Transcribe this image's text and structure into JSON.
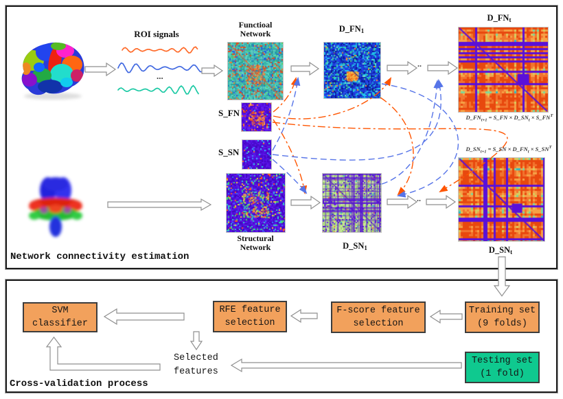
{
  "panels": {
    "top_label": "Network connectivity estimation",
    "bottom_label": "Cross-validation process"
  },
  "top_panel": {
    "roi_signals_label": "ROI signals",
    "roi_dots": "...",
    "functional_network_label": [
      "Functioal",
      "Network"
    ],
    "structural_network_label": [
      "Structural",
      "Network"
    ],
    "s_fn_label": "S_FN",
    "s_sn_label": "S_SN",
    "sequence_dots_top": "..",
    "sequence_dots_bottom": "..",
    "matrix_labels": {
      "d_fn1": {
        "base": "D_FN",
        "sub": "1"
      },
      "d_fnt": {
        "base": "D_FN",
        "sub": "t"
      },
      "d_sn1": {
        "base": "D_SN",
        "sub": "1"
      },
      "d_snt": {
        "base": "D_SN",
        "sub": "t"
      }
    },
    "formulas": {
      "fn": [
        {
          "t": "D_FN"
        },
        {
          "sub": "t+1"
        },
        {
          "t": " = S_FN × D_SN"
        },
        {
          "sub": "t"
        },
        {
          "t": " × S_FN"
        },
        {
          "sup": "T"
        }
      ],
      "sn": [
        {
          "t": "D_SN"
        },
        {
          "sub": "t+1"
        },
        {
          "t": " = S_SN × D_FN"
        },
        {
          "sub": "t"
        },
        {
          "t": " × S_SN"
        },
        {
          "sup": "T"
        }
      ]
    }
  },
  "bottom_panel": {
    "boxes": {
      "svm": {
        "lines": [
          "SVM",
          "classifier"
        ]
      },
      "rfe": {
        "lines": [
          "RFE feature",
          "selection"
        ]
      },
      "fscore": {
        "lines": [
          "F-score feature",
          "selection"
        ]
      },
      "training": {
        "lines": [
          "Training set",
          "(9 folds)"
        ]
      },
      "testing": {
        "lines": [
          "Testing set",
          "(1 fold)"
        ]
      }
    },
    "selected_features_label": [
      "Selected",
      "features"
    ]
  },
  "colors": {
    "box_orange": "#F2A15C",
    "box_green": "#0FC98F",
    "curve_orange": "#FF5500",
    "curve_blue": "#5674E8",
    "signal_orange": "#FF6B2A",
    "signal_blue": "#4169E1",
    "signal_teal": "#1BC9A4"
  }
}
